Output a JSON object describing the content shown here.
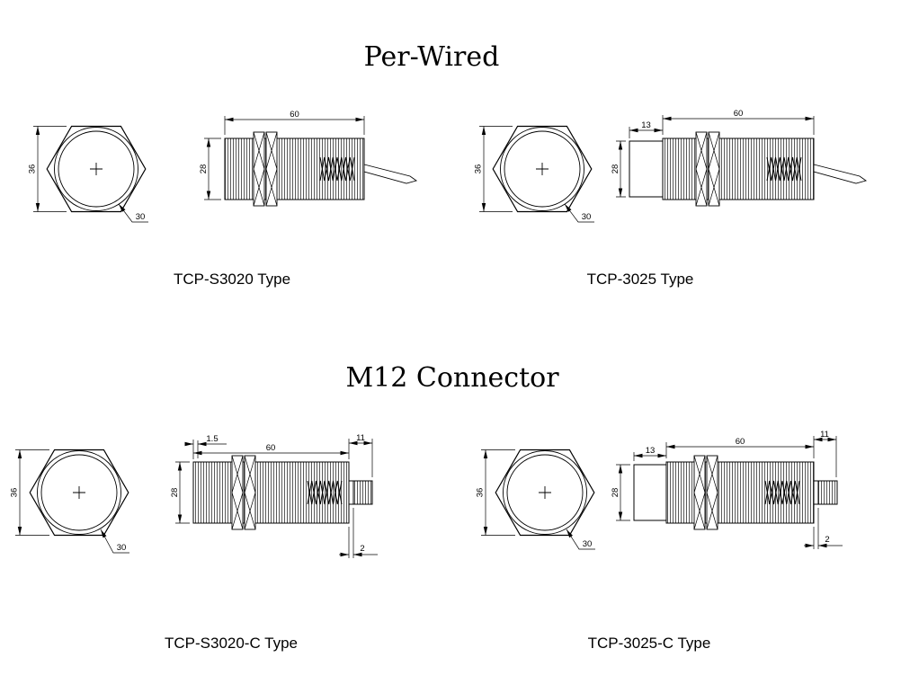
{
  "titles": {
    "top": "Per-Wired",
    "bottom": "M12 Connector"
  },
  "diagrams": {
    "a": {
      "label": "TCP-S3020 Type",
      "hex_across_flats": "36",
      "thread_size": "30",
      "body_length": "60",
      "diameter": "28"
    },
    "b": {
      "label": "TCP-3025 Type",
      "hex_across_flats": "36",
      "thread_size": "30",
      "sleeve_length": "13",
      "body_length": "60",
      "diameter": "28"
    },
    "c": {
      "label": "TCP-S3020-C Type",
      "hex_across_flats": "36",
      "thread_size": "30",
      "lip_length": "1.5",
      "body_length": "60",
      "connector_length": "11",
      "diameter": "28",
      "shoulder": "2"
    },
    "d": {
      "label": "TCP-3025-C Type",
      "hex_across_flats": "36",
      "thread_size": "30",
      "sleeve_length": "13",
      "body_length": "60",
      "connector_length": "11",
      "diameter": "28",
      "shoulder": "2"
    }
  }
}
